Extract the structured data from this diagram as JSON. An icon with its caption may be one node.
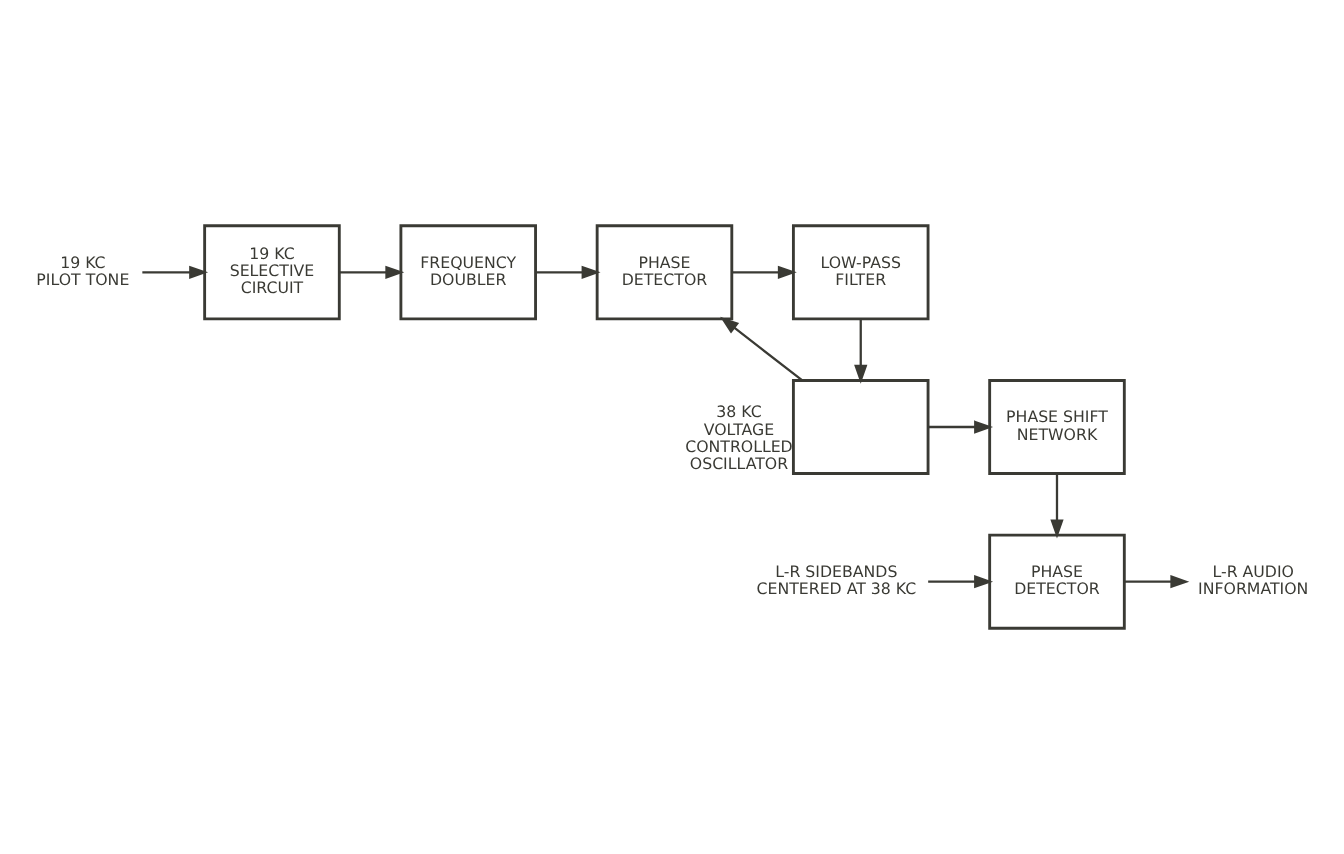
{
  "diagram": {
    "nodes": [
      {
        "text": [
          "19 KC",
          "PILOT TONE"
        ]
      },
      {
        "text": [
          "19 KC SELECTIVE CIRCUIT"
        ]
      },
      {
        "text": [
          "FREQUENCY DOUBLER"
        ]
      },
      {
        "text": [
          "PHASE DETECTOR"
        ]
      },
      {
        "text": [
          "LOW-PASS FILTER"
        ]
      },
      {
        "text": [
          "PHASE SHIFT NETWORK"
        ]
      },
      {
        "text": [
          "38 KC VOLTAGE CONTROLLED OSCILLATOR"
        ]
      },
      {
        "text": [
          "L-R SIDEBANDS",
          "CENTERED AT 38 KC"
        ]
      },
      {
        "text": [
          "PHASE DETECTOR"
        ]
      },
      {
        "text": [
          "L-R AUDIO INFORMATION"
        ]
      }
    ],
    "edges": [
      {
        "from": 0,
        "to": 1,
        "arrow": "to"
      },
      {
        "from": 1,
        "to": 2,
        "arrow": "to"
      },
      {
        "from": 2,
        "to": 3,
        "arrow": "to"
      },
      {
        "from": 3,
        "to": 4,
        "arrow": "to"
      },
      {
        "from": 4,
        "to": 6,
        "arrow": "to"
      },
      {
        "from": 6,
        "to": 3,
        "arrow": "to"
      },
      {
        "from": 6,
        "to": 5,
        "arrow": "to"
      },
      {
        "from": 5,
        "to": 8,
        "arrow": "to"
      },
      {
        "from": 7,
        "to": 8,
        "arrow": "to"
      },
      {
        "from": 8,
        "to": 9,
        "arrow": "to"
      }
    ]
  }
}
